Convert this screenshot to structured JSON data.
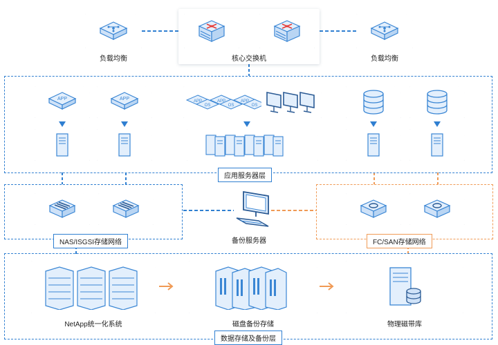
{
  "labels": {
    "lb_left": "负载均衡",
    "core_switch": "核心交换机",
    "lb_right": "负载均衡",
    "app_layer": "应用服务器层",
    "nas_net": "NAS/ISGSI存储网络",
    "backup_server": "备份服务器",
    "fcsan_net": "FC/SAN存储网络",
    "netapp": "NetApp统一化系统",
    "disk_backup": "磁盘备份存储",
    "tape_library": "物理磁带库",
    "data_layer": "数据存储及备份层"
  },
  "icon_text": {
    "app": "APP",
    "os": "OS"
  },
  "colors": {
    "blue": "#2f7fd1",
    "red": "#e53935",
    "orange": "#f09a55",
    "icon_fill": "#e3effc",
    "icon_stroke": "#3a86d4"
  }
}
